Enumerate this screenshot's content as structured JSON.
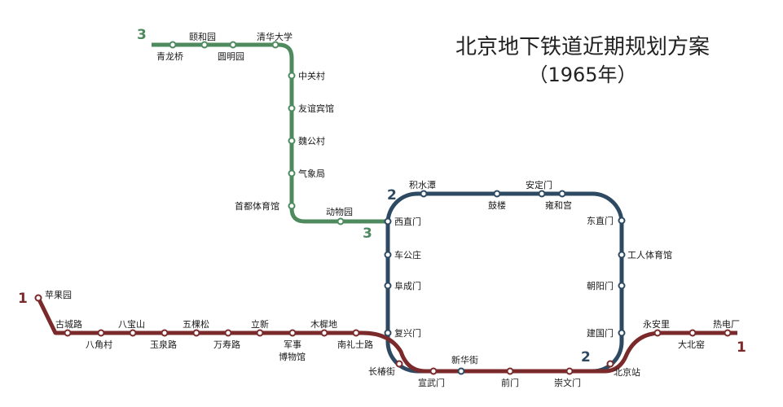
{
  "title": "北京地下铁道近期规划方案",
  "subtitle": "（1965年）",
  "lines": [
    {
      "number": "1",
      "color": "#7a2a2a",
      "stations": [
        "苹果园",
        "古城路",
        "八角村",
        "八宝山",
        "玉泉路",
        "五棵松",
        "万寿路",
        "立新",
        "军事",
        "博物馆",
        "木樨地",
        "南礼士路",
        "长椿街",
        "宣武门",
        "前门",
        "崇文门",
        "北京站",
        "永安里",
        "大北窑",
        "热电厂"
      ]
    },
    {
      "number": "2",
      "color": "#2e4a63",
      "stations": [
        "积水潭",
        "鼓楼",
        "安定门",
        "雍和宫",
        "东直门",
        "工人体育馆",
        "朝阳门",
        "建国门",
        "新华街",
        "复兴门",
        "阜成门",
        "车公庄",
        "西直门"
      ]
    },
    {
      "number": "3",
      "color": "#4e8a5e",
      "stations": [
        "青龙桥",
        "颐和园",
        "圆明园",
        "清华大学",
        "中关村",
        "友谊宾馆",
        "魏公村",
        "气象局",
        "首都体育馆",
        "动物园"
      ]
    }
  ]
}
